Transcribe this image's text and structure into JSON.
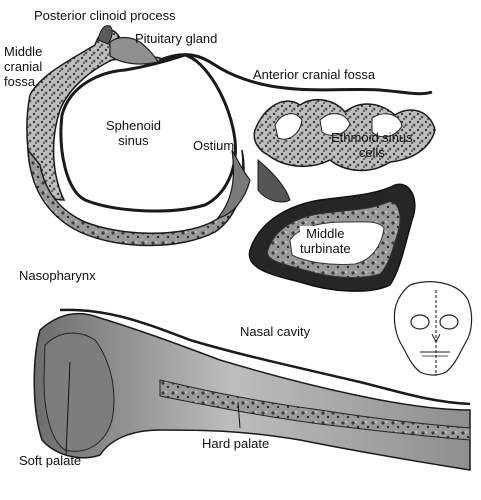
{
  "figure": {
    "labels": {
      "posterior_clinoid_process": "Posterior clinoid process",
      "middle_cranial_fossa": "Middle\ncranial\nfossa",
      "pituitary_gland": "Pituitary gland",
      "anterior_cranial_fossa": "Anterior cranial fossa",
      "sphenoid_sinus": "Sphenoid\nsinus",
      "ostium": "Ostium",
      "ethmoid_sinus_cells": "Ethmoid sinus\ncells",
      "middle_turbinate": "Middle\nturbinate",
      "nasopharynx": "Nasopharynx",
      "nasal_cavity": "Nasal cavity",
      "soft_palate": "Soft palate",
      "hard_palate": "Hard palate"
    },
    "inset": {
      "icon": "skull-front-view-icon",
      "note": ""
    },
    "colors": {
      "tissue_dark": "#1a1a1a",
      "tissue_mid": "#6e6e6e",
      "tissue_light": "#b9b9b9",
      "background": "#ffffff"
    }
  }
}
